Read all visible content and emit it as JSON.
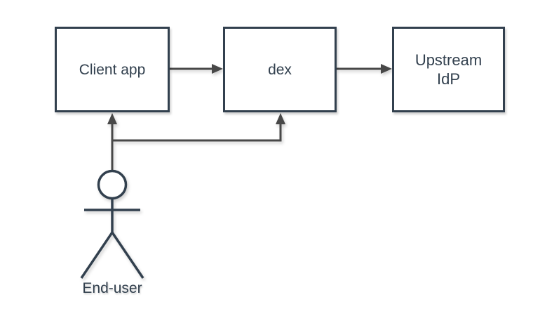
{
  "diagram": {
    "nodes": [
      {
        "id": "client-app",
        "label": "Client app"
      },
      {
        "id": "dex",
        "label": "dex"
      },
      {
        "id": "upstream-idp",
        "label_line1": "Upstream",
        "label_line2": "IdP"
      }
    ],
    "actor": {
      "id": "end-user",
      "label": "End-user"
    },
    "edges": [
      {
        "id": "client-to-dex",
        "from": "client-app",
        "to": "dex"
      },
      {
        "id": "dex-to-upstream-idp",
        "from": "dex",
        "to": "upstream-idp"
      },
      {
        "id": "end-user-to-client",
        "from": "end-user",
        "to": "client-app"
      },
      {
        "id": "end-user-to-dex",
        "from": "end-user",
        "to": "dex"
      }
    ],
    "colors": {
      "node_stroke": "#32404e",
      "node_fill": "#ffffff",
      "edge_stroke": "#484848",
      "text": "#32404e",
      "background": "#ffffff"
    }
  }
}
